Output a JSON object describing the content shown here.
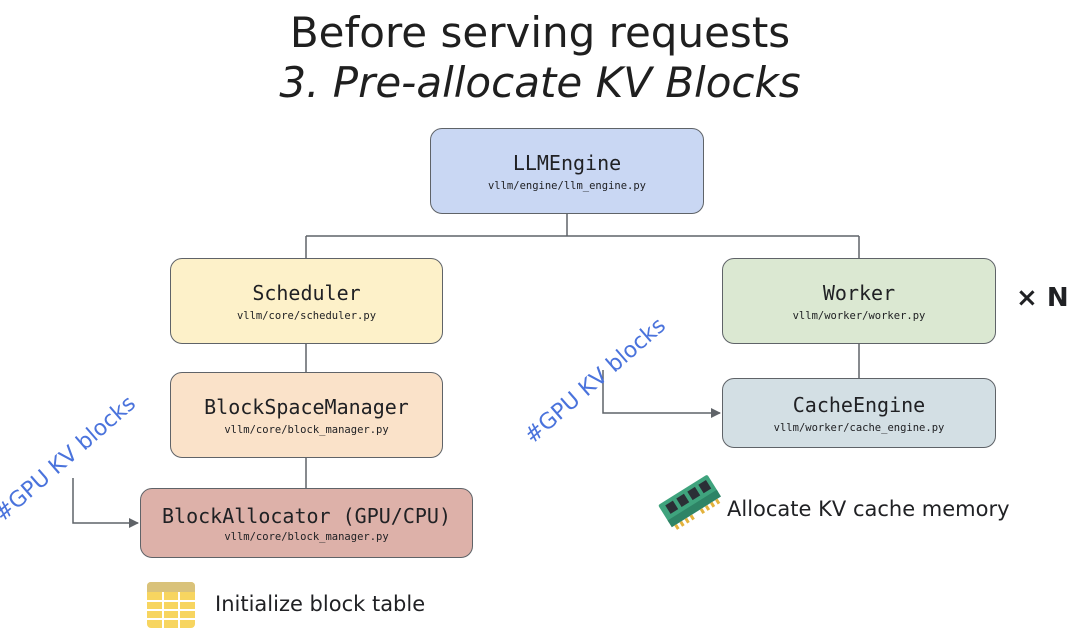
{
  "title": {
    "line1": "Before serving requests",
    "line2": "3. Pre-allocate KV Blocks"
  },
  "nodes": {
    "llm_engine": {
      "name": "LLMEngine",
      "path": "vllm/engine/llm_engine.py",
      "color": "#c9d7f3"
    },
    "scheduler": {
      "name": "Scheduler",
      "path": "vllm/core/scheduler.py",
      "color": "#fdf1c9"
    },
    "block_space_manager": {
      "name": "BlockSpaceManager",
      "path": "vllm/core/block_manager.py",
      "color": "#fae2c9"
    },
    "block_allocator": {
      "name": "BlockAllocator (GPU/CPU)",
      "path": "vllm/core/block_manager.py",
      "color": "#ddb1a9"
    },
    "worker": {
      "name": "Worker",
      "path": "vllm/worker/worker.py",
      "color": "#dbe8d2"
    },
    "cache_engine": {
      "name": "CacheEngine",
      "path": "vllm/worker/cache_engine.py",
      "color": "#d3dfe4"
    }
  },
  "worker_multiplier": "× N",
  "edge_labels": {
    "left": "#GPU KV blocks",
    "right": "#GPU KV blocks",
    "color": "#4a73dc"
  },
  "captions": {
    "allocate": {
      "text": "Allocate KV cache memory",
      "icon": "ram-icon"
    },
    "block_table": {
      "text": "Initialize block table",
      "icon": "table-icon"
    }
  }
}
